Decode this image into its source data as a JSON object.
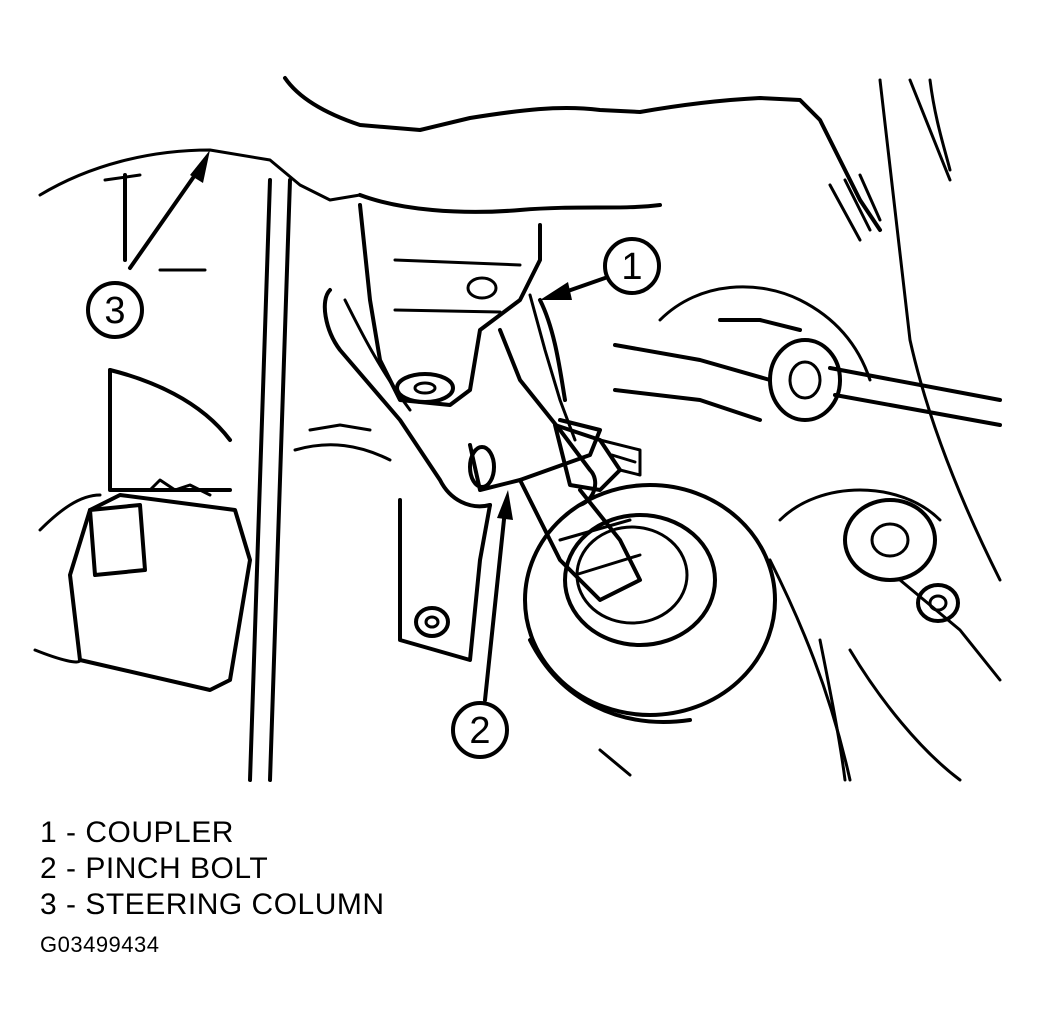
{
  "callouts": [
    {
      "number": "1",
      "label": "COUPLER"
    },
    {
      "number": "2",
      "label": "PINCH BOLT"
    },
    {
      "number": "3",
      "label": "STEERING COLUMN"
    }
  ],
  "legend": {
    "line1": "1 - COUPLER",
    "line2": "2 - PINCH BOLT",
    "line3": "3 - STEERING COLUMN"
  },
  "figure_id": "G03499434"
}
